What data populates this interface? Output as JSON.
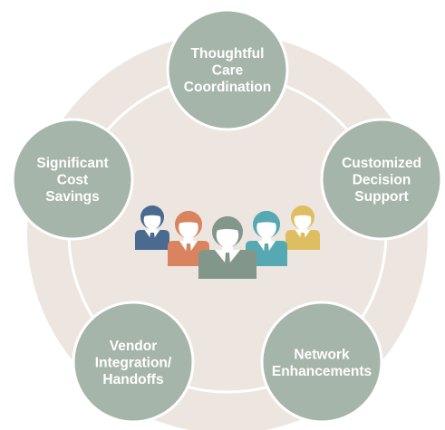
{
  "diagram": {
    "colors": {
      "background_disc": "#ede6e0",
      "inner_ring": "#ffffff",
      "node_fill": "#a6b5a9",
      "node_stroke": "#ffffff",
      "label": "#ffffff"
    },
    "nodes": [
      {
        "id": "care-coordination",
        "lines": [
          "Thoughtful",
          "Care",
          "Coordination"
        ]
      },
      {
        "id": "decision-support",
        "lines": [
          "Customized",
          "Decision",
          "Support"
        ]
      },
      {
        "id": "network-enhancements",
        "lines": [
          "Network",
          "Enhancements"
        ]
      },
      {
        "id": "vendor-integration",
        "lines": [
          "Vendor",
          "Integration/",
          "Handoffs"
        ]
      },
      {
        "id": "cost-savings",
        "lines": [
          "Significant",
          "Cost",
          "Savings"
        ]
      }
    ],
    "people": [
      {
        "id": "person-navy",
        "color": "#4a6a8f"
      },
      {
        "id": "person-orange",
        "color": "#d9845f"
      },
      {
        "id": "person-gray",
        "color": "#83968a"
      },
      {
        "id": "person-teal",
        "color": "#56a8b2"
      },
      {
        "id": "person-yellow",
        "color": "#dfbe62"
      }
    ]
  }
}
